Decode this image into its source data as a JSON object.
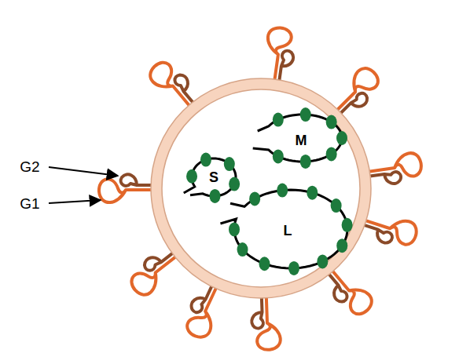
{
  "diagram": {
    "labels": [
      "G2",
      "G1",
      "M",
      "S",
      "L"
    ]
  }
}
